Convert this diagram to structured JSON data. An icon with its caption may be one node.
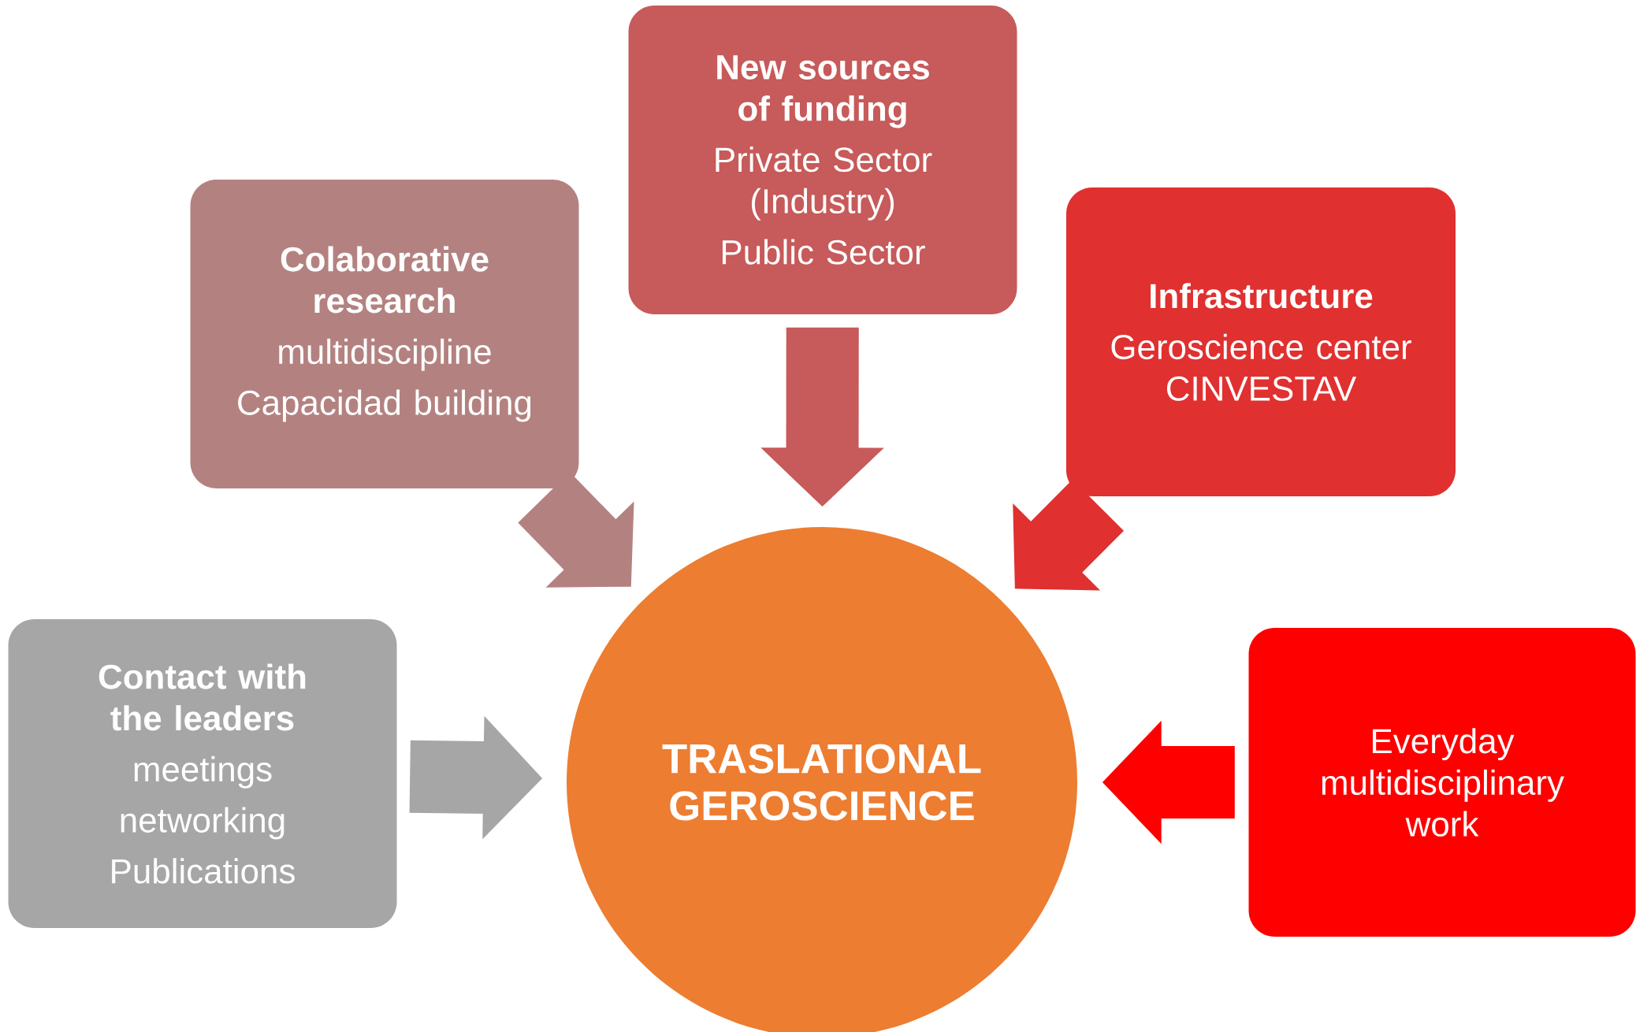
{
  "diagram": {
    "nodes": [
      {
        "text": [
          "Colaborative research",
          "multidiscipline",
          "Capacidad building"
        ]
      },
      {
        "text": [
          "New sources of funding",
          "Private Sector (Industry)",
          "Public Sector"
        ]
      },
      {
        "text": [
          "Infrastructure",
          "Geroscience center CINVESTAV"
        ]
      },
      {
        "text": [
          "Contact with the leaders",
          "meetings",
          "networking",
          "Publications"
        ]
      },
      {
        "text": [
          "TRASLATIONAL GEROSCIENCE"
        ]
      },
      {
        "text": [
          "Everyday multidisciplinary work"
        ]
      }
    ],
    "edges": [
      {
        "from": 0,
        "to": 4,
        "arrow": "to",
        "color": "#b38280"
      },
      {
        "from": 1,
        "to": 4,
        "arrow": "to",
        "color": "#c75a5a"
      },
      {
        "from": 2,
        "to": 4,
        "arrow": "to",
        "color": "#e03030"
      },
      {
        "from": 3,
        "to": 4,
        "arrow": "to",
        "color": "#a6a6a6"
      },
      {
        "from": 5,
        "to": 4,
        "arrow": "to",
        "color": "#ff0000"
      }
    ]
  }
}
